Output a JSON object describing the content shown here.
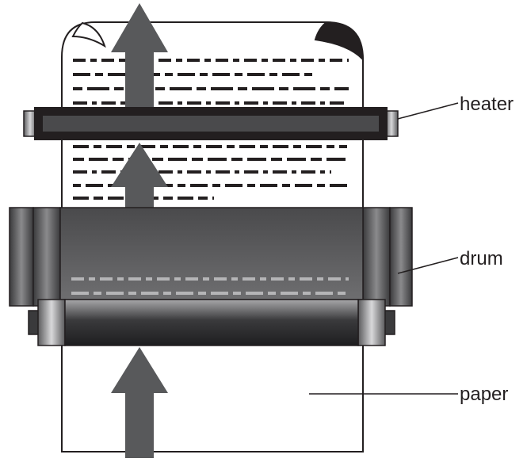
{
  "labels": {
    "heater": "heater",
    "drum": "drum",
    "paper": "paper"
  },
  "colors": {
    "ink": "#231f20",
    "arrow": "#58595b",
    "drum_dark": "#3a3a3c",
    "drum_light": "#7a7a7c",
    "roller_dark": "#2e2e30",
    "roller_light": "#9a9a9c",
    "paper": "#ffffff"
  }
}
